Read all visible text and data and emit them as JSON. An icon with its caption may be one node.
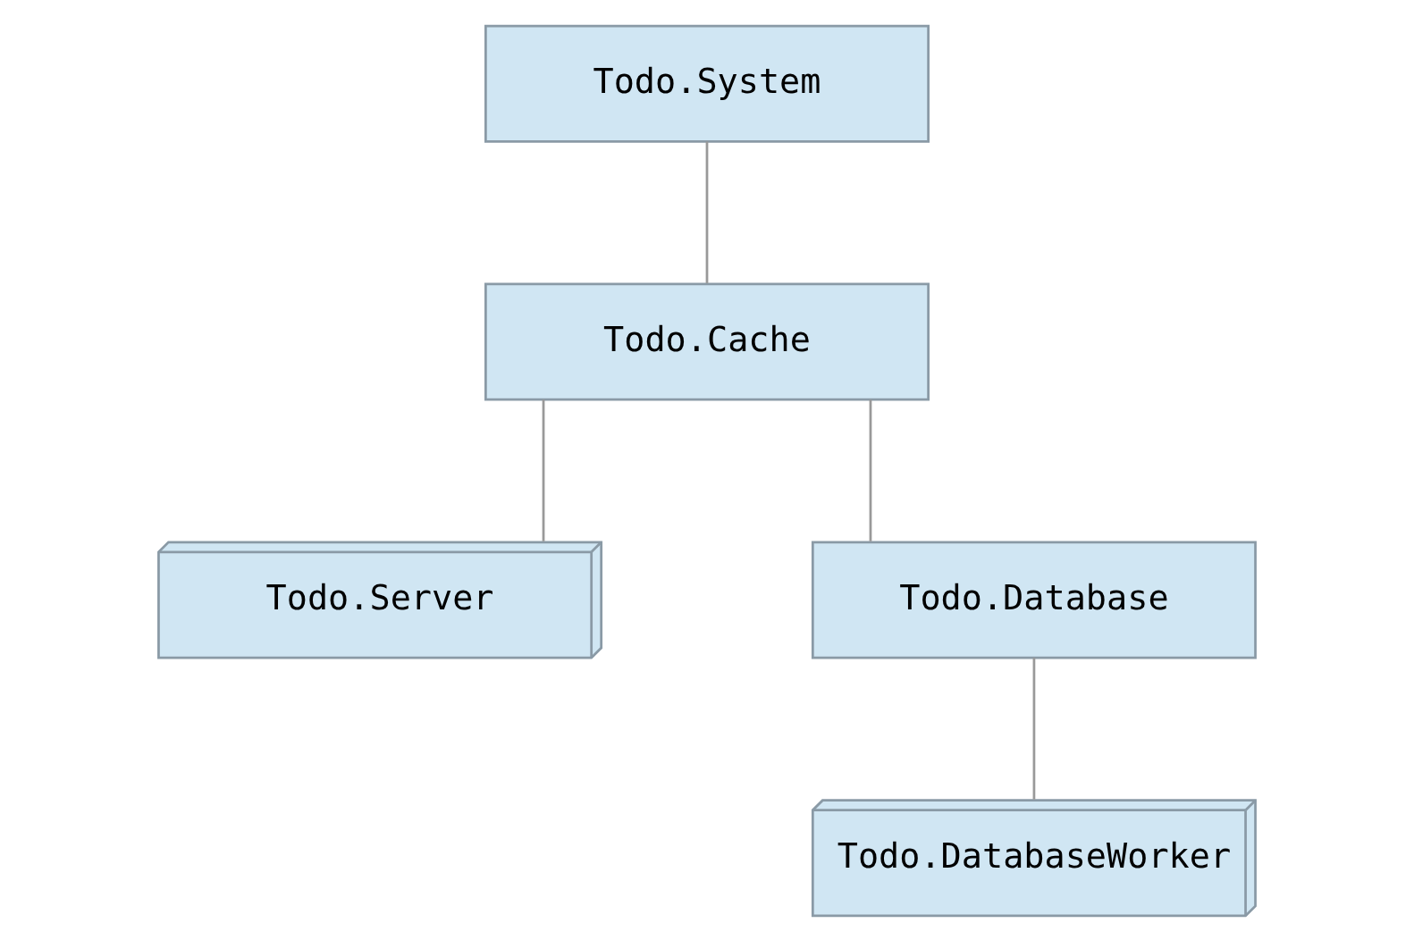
{
  "diagram": {
    "nodes": [
      {
        "text": [
          "Todo.System"
        ]
      },
      {
        "text": [
          "Todo.Cache"
        ]
      },
      {
        "text": [
          "Todo.Server"
        ]
      },
      {
        "text": [
          "Todo.Database"
        ]
      },
      {
        "text": [
          "Todo.DatabaseWorker"
        ]
      }
    ],
    "edges": [
      {
        "from": 0,
        "to": 1,
        "arrow": "none"
      },
      {
        "from": 1,
        "to": 2,
        "arrow": "none"
      },
      {
        "from": 1,
        "to": 3,
        "arrow": "none"
      },
      {
        "from": 3,
        "to": 4,
        "arrow": "none"
      }
    ]
  }
}
